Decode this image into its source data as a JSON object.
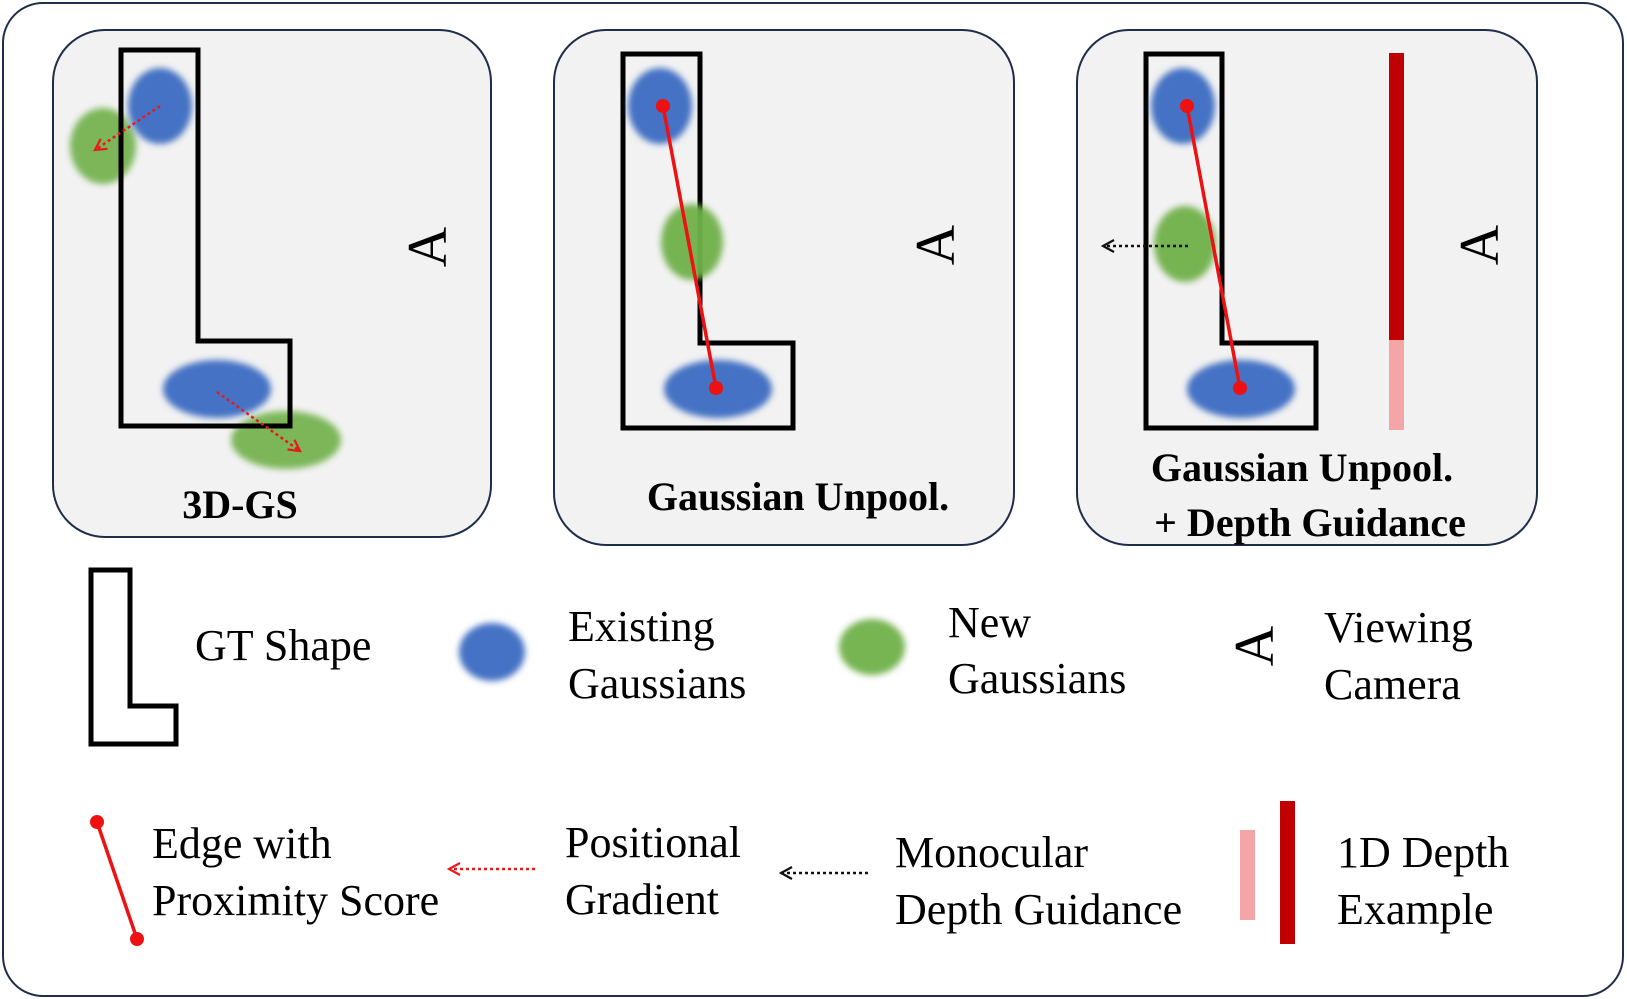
{
  "colors": {
    "panel_bg": "#f2f2f2",
    "panel_border": "#1f2d4a",
    "existing_gaussian": "#4472c4",
    "new_gaussian": "#70b048",
    "edge": "#ee1111",
    "positional_gradient": "#e8181b",
    "depth_guidance_arrow": "#111111",
    "depth_dark": "#c00000",
    "depth_light": "#f4a6a6",
    "shape_stroke": "#000000"
  },
  "panels": [
    {
      "id": "3dgs",
      "title_lines": [
        "3D-GS"
      ]
    },
    {
      "id": "unpool",
      "title_lines": [
        "Gaussian Unpool."
      ]
    },
    {
      "id": "unpool-depth",
      "title_lines": [
        "Gaussian Unpool.",
        "+ Depth Guidance"
      ]
    }
  ],
  "camera_glyph": "A",
  "legend": {
    "gt_shape": [
      "GT Shape"
    ],
    "existing": [
      "Existing",
      "Gaussians"
    ],
    "new": [
      "New",
      "Gaussians"
    ],
    "camera": [
      "Viewing",
      "Camera"
    ],
    "edge": [
      "Edge with",
      "Proximity Score"
    ],
    "positional": [
      "Positional",
      "Gradient"
    ],
    "monocular": [
      "Monocular",
      "Depth Guidance"
    ],
    "depth_example": [
      "1D Depth",
      "Example"
    ]
  }
}
